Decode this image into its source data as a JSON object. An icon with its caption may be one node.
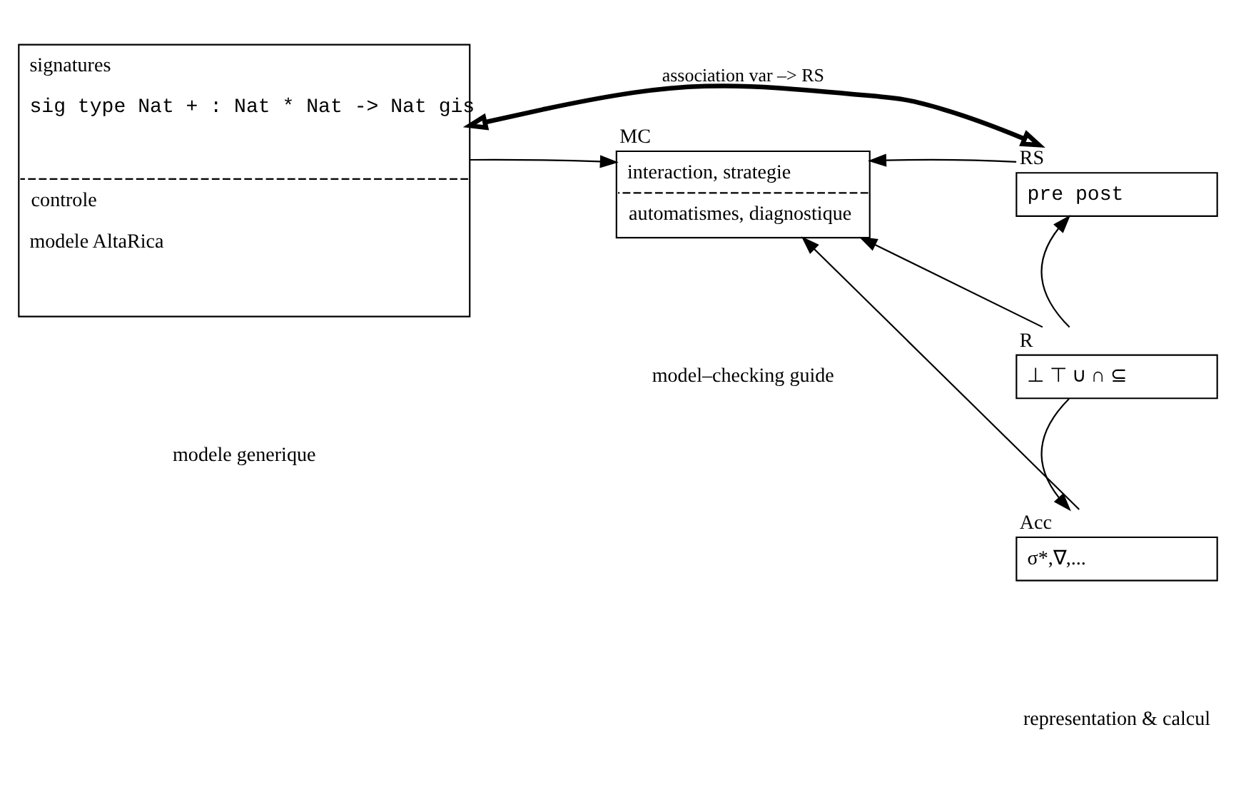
{
  "diagram": {
    "nodes": [
      {
        "text": [
          "signatures",
          "sig type Nat + : Nat * Nat -> Nat gis",
          "controle",
          "modele AltaRica"
        ]
      },
      {
        "text": [
          "RS",
          "pre post"
        ]
      },
      {
        "text": [
          "R",
          "⊥ ⊤ ∪ ∩ ⊆"
        ]
      },
      {
        "text": [
          "Acc",
          "σ*,∇,..."
        ]
      },
      {
        "text": [
          "MC",
          "interaction, strategie",
          "automatismes, diagnostique"
        ]
      }
    ],
    "edges": [
      {
        "from": 0,
        "to": 1,
        "arrow": "both",
        "label": "association var –> RS",
        "style": "thick"
      },
      {
        "from": 0,
        "to": 4,
        "arrow": "to"
      },
      {
        "from": 1,
        "to": 4,
        "arrow": "to"
      },
      {
        "from": 2,
        "to": 4,
        "arrow": "to"
      },
      {
        "from": 3,
        "to": 4,
        "arrow": "to"
      },
      {
        "from": 2,
        "to": 1,
        "arrow": "to"
      },
      {
        "from": 2,
        "to": 3,
        "arrow": "to"
      }
    ],
    "labels": [
      "modele generique",
      "model–checking guide",
      "representation & calcul"
    ]
  }
}
